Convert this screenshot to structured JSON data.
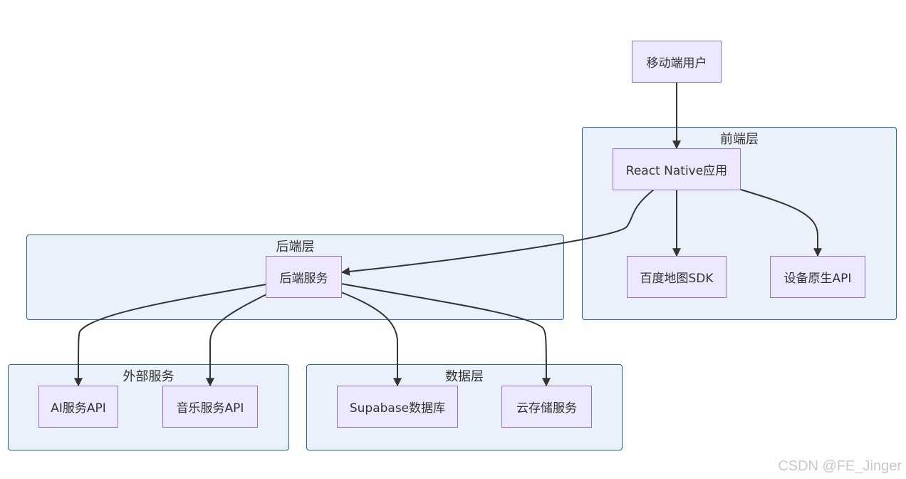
{
  "clusters": {
    "frontend": "前端层",
    "backend": "后端层",
    "external": "外部服务",
    "data": "数据层"
  },
  "nodes": {
    "mobile_user": "移动端用户",
    "rn_app": "React Native应用",
    "baidu_map": "百度地图SDK",
    "device_api": "设备原生API",
    "backend_service": "后端服务",
    "ai_api": "AI服务API",
    "music_api": "音乐服务API",
    "supabase": "Supabase数据库",
    "cloud_storage": "云存储服务"
  },
  "edges": [
    [
      "mobile_user",
      "rn_app"
    ],
    [
      "rn_app",
      "backend_service"
    ],
    [
      "rn_app",
      "baidu_map"
    ],
    [
      "rn_app",
      "device_api"
    ],
    [
      "backend_service",
      "ai_api"
    ],
    [
      "backend_service",
      "music_api"
    ],
    [
      "backend_service",
      "supabase"
    ],
    [
      "backend_service",
      "cloud_storage"
    ]
  ],
  "watermark": "CSDN @FE_Jinger",
  "colors": {
    "cluster_fill": "#eaf1fb",
    "cluster_border": "#1f5fa8",
    "node_fill": "#ece8fd",
    "node_border": "#9370db",
    "edge": "#333333"
  }
}
